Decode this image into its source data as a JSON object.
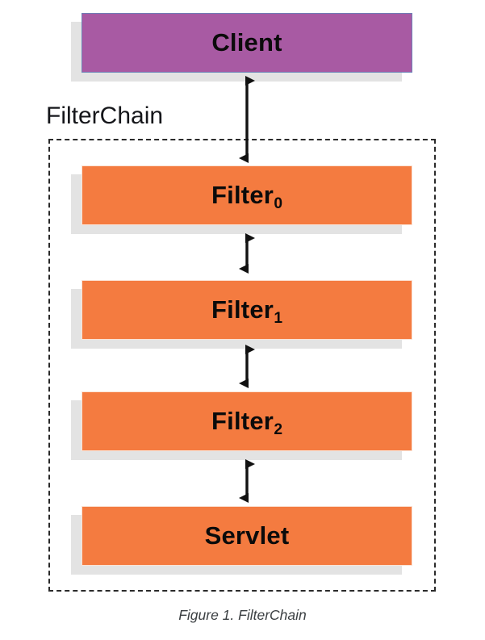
{
  "figure": {
    "caption": "Figure 1. FilterChain",
    "container_label": "FilterChain"
  },
  "colors": {
    "client_fill": "#a85aa3",
    "client_border": "#6d82b8",
    "node_fill": "#f47b40",
    "node_border": "#fbe2d4",
    "shadow": "#e3e3e3",
    "arrow": "#111111",
    "dashed_border": "#2b2b2b",
    "caption_text": "#3c4043",
    "background": "#ffffff"
  },
  "nodes": [
    {
      "id": "client",
      "label": "Client",
      "sub": "",
      "kind": "client"
    },
    {
      "id": "filter0",
      "label": "Filter",
      "sub": "0",
      "kind": "orange"
    },
    {
      "id": "filter1",
      "label": "Filter",
      "sub": "1",
      "kind": "orange"
    },
    {
      "id": "filter2",
      "label": "Filter",
      "sub": "2",
      "kind": "orange"
    },
    {
      "id": "servlet",
      "label": "Servlet",
      "sub": "",
      "kind": "orange"
    }
  ],
  "connections": [
    {
      "from": "client",
      "to": "filter0",
      "type": "bidirectional"
    },
    {
      "from": "filter0",
      "to": "filter1",
      "type": "bidirectional"
    },
    {
      "from": "filter1",
      "to": "filter2",
      "type": "bidirectional"
    },
    {
      "from": "filter2",
      "to": "servlet",
      "type": "bidirectional"
    }
  ]
}
